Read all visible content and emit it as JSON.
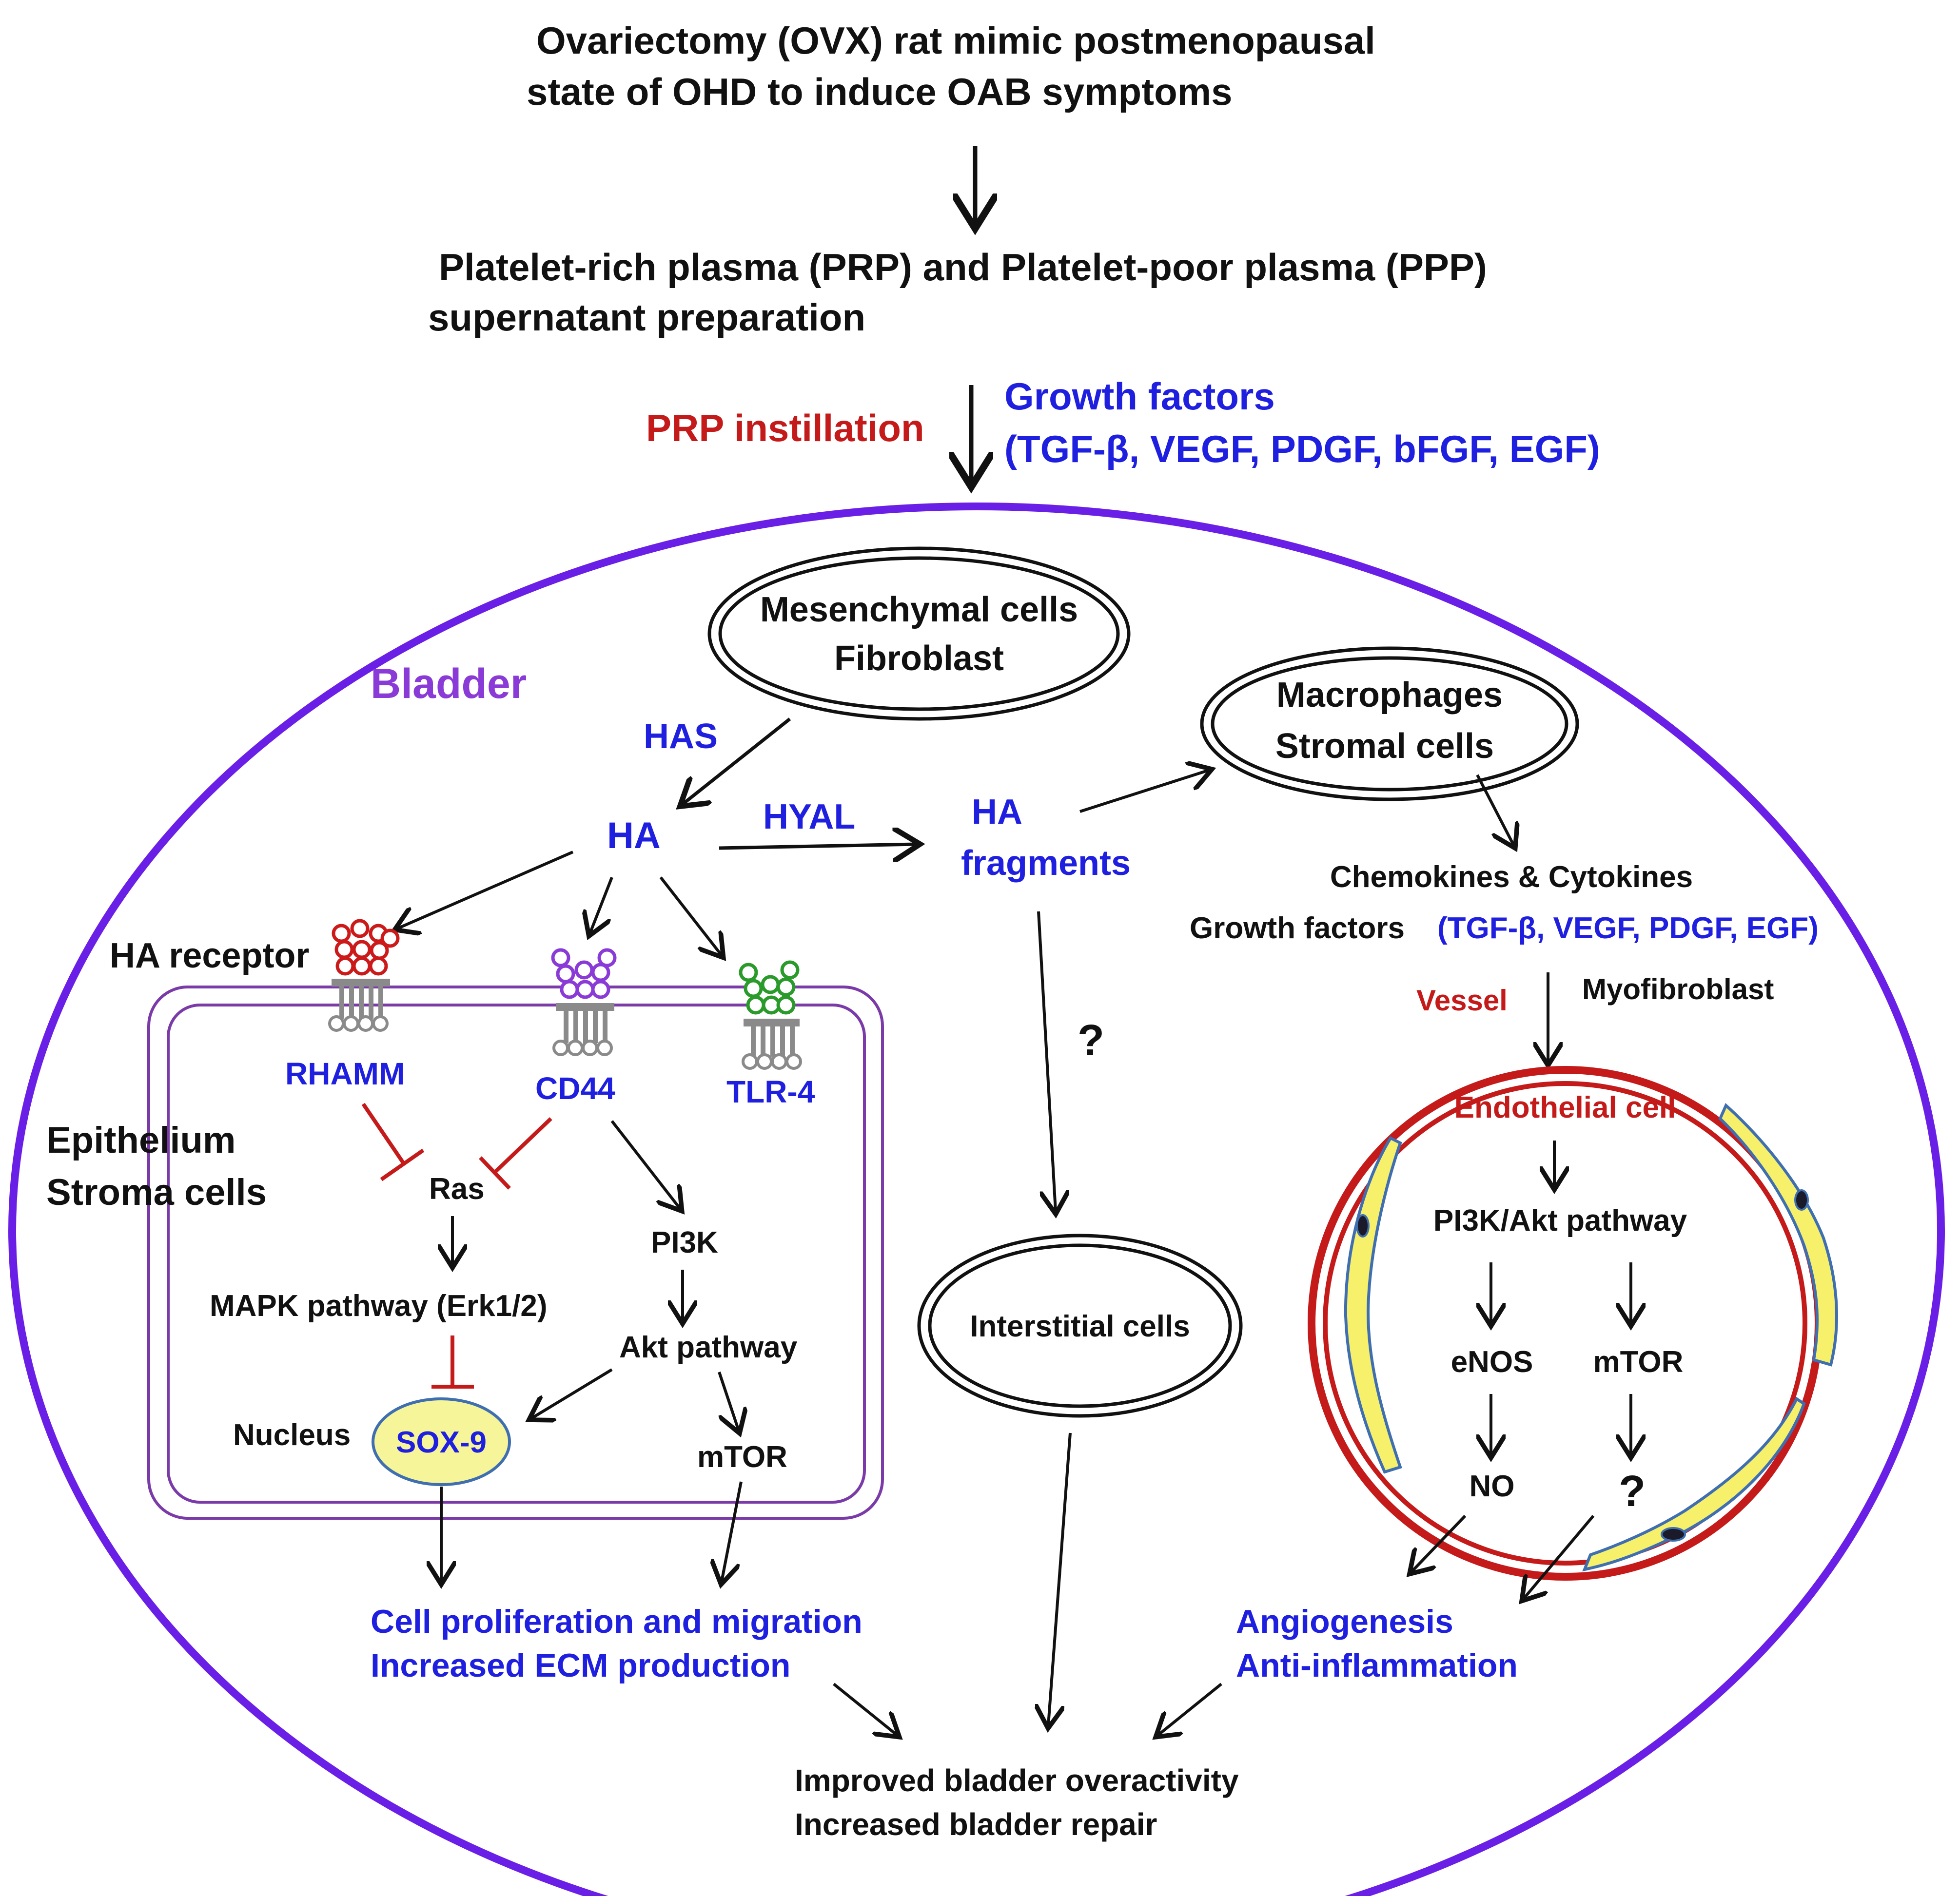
{
  "colors": {
    "black": "#111111",
    "blue": "#1f1fe0",
    "red": "#c41a1a",
    "purple": "#8a3ad6",
    "bladder_outline": "#6a1fe6",
    "cell_membrane": "#7a3aa8",
    "vessel": "#c41a1a",
    "endothelial_fill": "#f7f06a",
    "endothelial_stroke": "#3f6fb0",
    "nucleus_fill": "#f7f59a",
    "receptor_red": "#cc1a1a",
    "receptor_purple": "#8a3ad6",
    "receptor_green": "#2a9a2a",
    "transmembrane_gray": "#8a8a8a"
  },
  "header": {
    "line1": "Ovariectomy (OVX) rat mimic postmenopausal",
    "line2": "state of OHD to induce OAB symptoms"
  },
  "prp_prep": {
    "line1": "Platelet-rich plasma (PRP) and Platelet-poor plasma (PPP)",
    "line2": "supernatant preparation"
  },
  "instillation": {
    "label": "PRP instillation",
    "growth_factors_title": "Growth factors",
    "growth_factors_list": "(TGF-β, VEGF, PDGF, bFGF, EGF)"
  },
  "bladder_label": "Bladder",
  "mesenchymal": {
    "line1": "Mesenchymal cells",
    "line2": "Fibroblast"
  },
  "has_label": "HAS",
  "ha_label": "HA",
  "hyal_label": "HYAL",
  "ha_fragments": {
    "line1": "HA",
    "line2": "fragments"
  },
  "macrophages": {
    "line1": "Macrophages",
    "line2": "Stromal cells"
  },
  "chemokines": {
    "line1": "Chemokines & Cytokines",
    "line2_prefix": "Growth factors",
    "line2_list": "(TGF-β, VEGF, PDGF, EGF)"
  },
  "ha_receptor_label": "HA receptor",
  "receptors": {
    "rhamm": "RHAMM",
    "cd44": "CD44",
    "tlr4": "TLR-4"
  },
  "epithelium": {
    "line1": "Epithelium",
    "line2": "Stroma cells"
  },
  "left_pathway": {
    "ras": "Ras",
    "mapk": "MAPK pathway (Erk1/2)",
    "pi3k": "PI3K",
    "akt": "Akt pathway",
    "mtor": "mTOR",
    "nucleus": "Nucleus",
    "sox9": "SOX-9"
  },
  "cell_outcome": {
    "line1": "Cell proliferation and migration",
    "line2": "Increased ECM production"
  },
  "question_mark_center": "?",
  "interstitial": "Interstitial cells",
  "vessel_labels": {
    "vessel": "Vessel",
    "myofibroblast": "Myofibroblast",
    "endothelial": "Endothelial cell",
    "pi3k_akt": "PI3K/Akt pathway",
    "enos": "eNOS",
    "mtor": "mTOR",
    "no": "NO",
    "question": "?"
  },
  "angio_outcome": {
    "line1": "Angiogenesis",
    "line2": "Anti-inflammation"
  },
  "final_outcome": {
    "line1": "Improved bladder overactivity",
    "line2": "Increased bladder repair"
  }
}
